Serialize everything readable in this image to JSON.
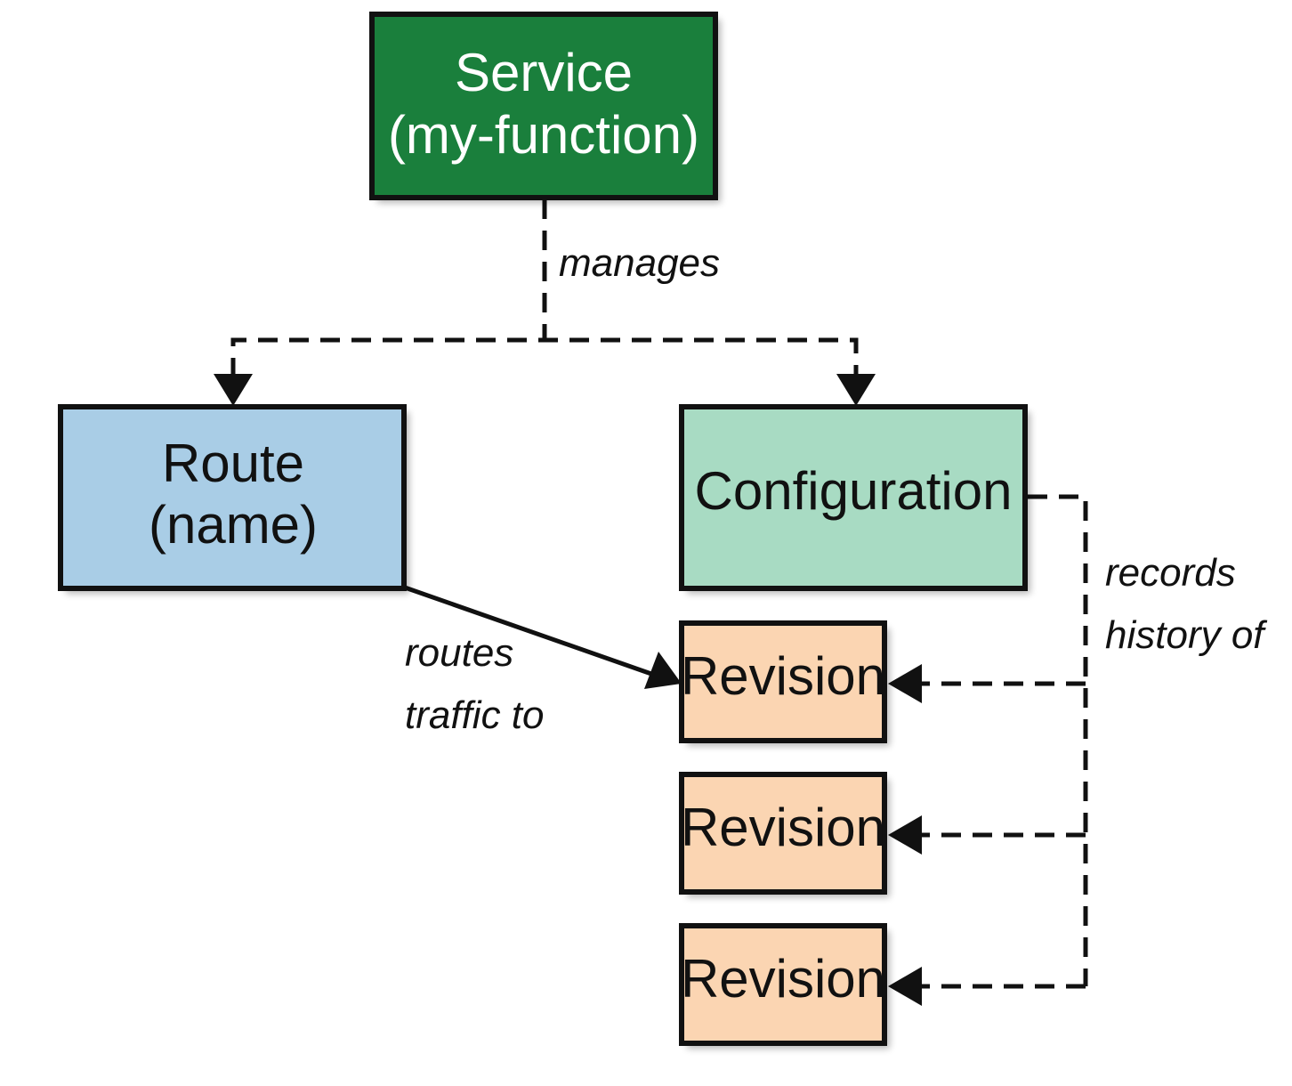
{
  "colors": {
    "service": "#1a7f3c",
    "route": "#a9cde6",
    "configuration": "#a8dbc3",
    "revision": "#fbd5b2",
    "line": "#111111"
  },
  "nodes": {
    "service": {
      "line1": "Service",
      "line2": "(my-function)"
    },
    "route": {
      "line1": "Route",
      "line2": "(name)"
    },
    "configuration": {
      "line1": "Configuration"
    },
    "revisions": [
      {
        "label": "Revision"
      },
      {
        "label": "Revision"
      },
      {
        "label": "Revision"
      }
    ]
  },
  "edges": {
    "manages": "manages",
    "routes_traffic_to": {
      "line1": "routes",
      "line2": "traffic to"
    },
    "records_history_of": {
      "line1": "records",
      "line2": "history of"
    }
  }
}
